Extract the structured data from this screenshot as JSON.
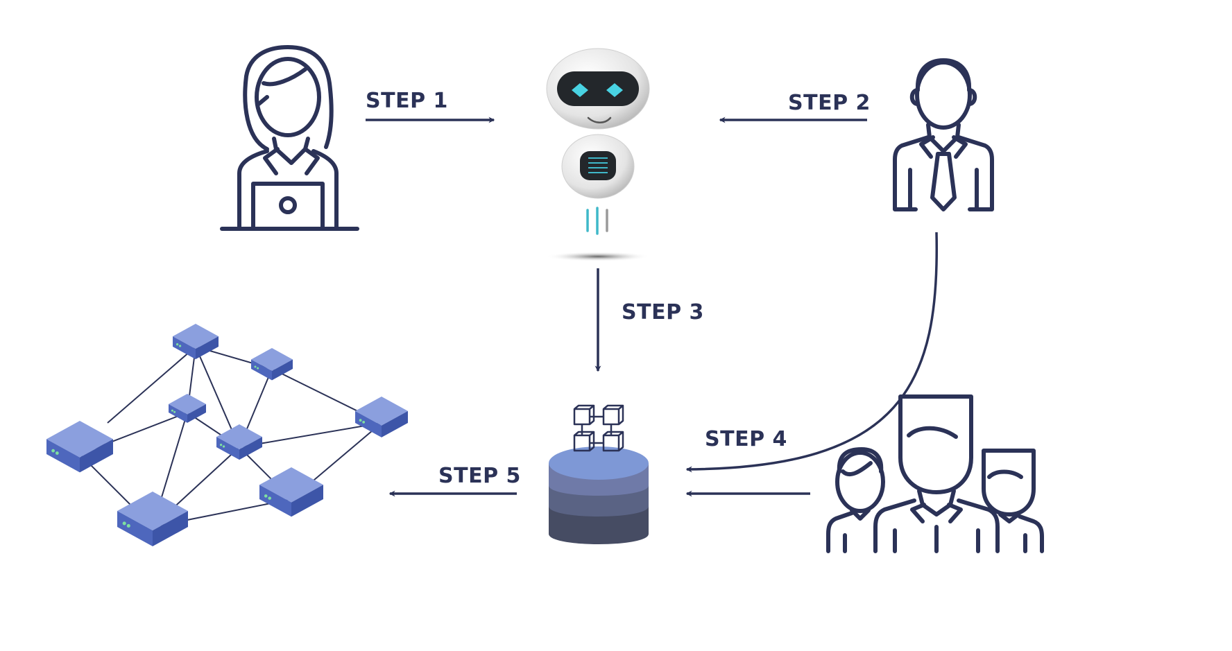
{
  "colors": {
    "navy": "#2b3257",
    "cube_top": "#8b9fde",
    "cube_left": "#4e67bd",
    "cube_right": "#3d55a8",
    "robot_teal": "#3fb8c9",
    "db_top": "#7e98d6",
    "db_layer2": "#6f7aa8",
    "db_layer3": "#5a6384",
    "db_layer4": "#464c63"
  },
  "steps": [
    {
      "id": "step1",
      "label": "STEP 1"
    },
    {
      "id": "step2",
      "label": "STEP 2"
    },
    {
      "id": "step3",
      "label": "STEP 3"
    },
    {
      "id": "step4",
      "label": "STEP 4"
    },
    {
      "id": "step5",
      "label": "STEP 5"
    }
  ],
  "icons": {
    "user": "woman-laptop-icon",
    "bot": "robot-icon",
    "manager": "businessman-icon",
    "team": "team-group-icon",
    "database": "blockchain-database-icon",
    "network": "node-network-icon"
  }
}
